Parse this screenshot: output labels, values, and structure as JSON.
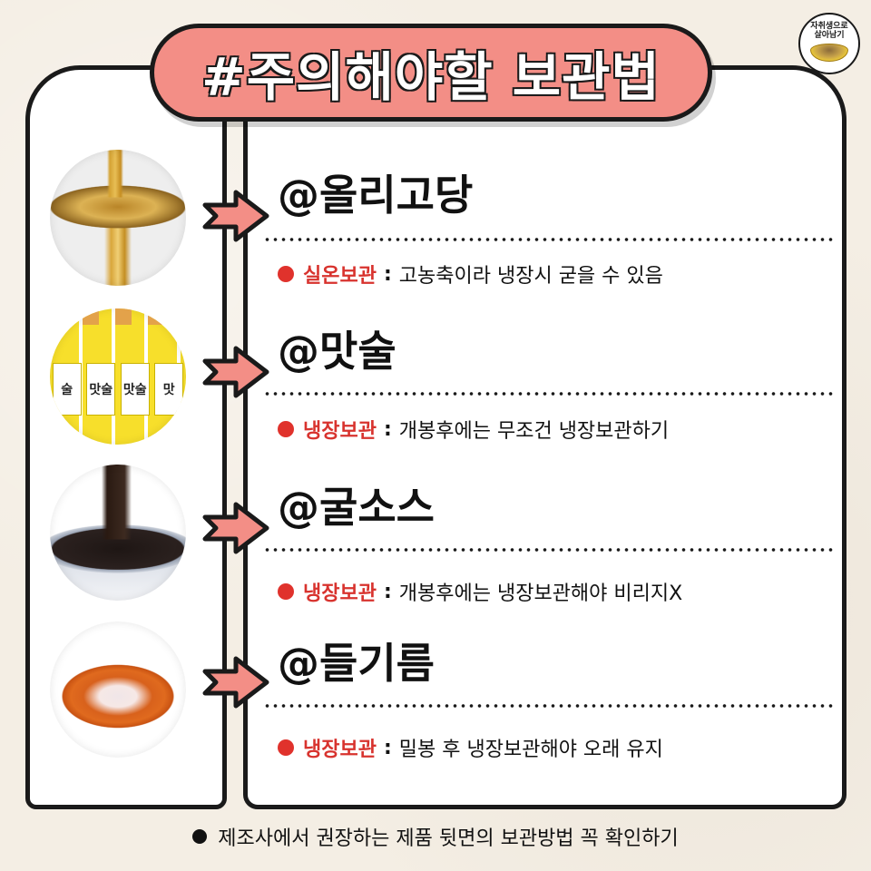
{
  "header": {
    "title": "#주의해야할 보관법",
    "logo_text": "자취생으로 살아남기",
    "title_color": "#f38e86"
  },
  "items": [
    {
      "name": "@올리고당",
      "storage_tag": "실온보관",
      "separator": ":",
      "description": "고농축이라 냉장시 굳을 수 있음",
      "image": "oligosaccharide-syrup-spoon"
    },
    {
      "name": "@맛술",
      "storage_tag": "냉장보관",
      "separator": ":",
      "description": "개봉후에는 무조건 냉장보관하기",
      "image": "matsul-bottles",
      "bottle_labels": [
        "술",
        "맛술",
        "맛술",
        "맛"
      ]
    },
    {
      "name": "@굴소스",
      "storage_tag": "냉장보관",
      "separator": ":",
      "description": "개봉후에는 냉장보관해야 비리지X",
      "image": "oyster-sauce-bowl"
    },
    {
      "name": "@들기름",
      "storage_tag": "냉장보관",
      "separator": ":",
      "description": "밀봉 후 냉장보관해야 오래 유지",
      "image": "perilla-oil-bowl"
    }
  ],
  "footer": {
    "text": "제조사에서 권장하는 제품 뒷면의 보관방법 꼭 확인하기"
  },
  "colors": {
    "accent_red": "#d8332e",
    "arrow_pink": "#f38e86",
    "background": "#f4eee4",
    "outline": "#1a1a1a"
  }
}
